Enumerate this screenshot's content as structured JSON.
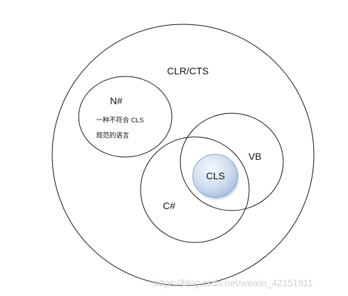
{
  "diagram": {
    "outer_label": "CLR/CTS",
    "n_sharp": {
      "title": "N#",
      "line1": "一种不符合 CLS",
      "line2": "规范的语言"
    },
    "vb_label": "VB",
    "csharp_label": "C#",
    "cls_label": "CLS"
  },
  "watermark": "https://blog.csdn.net/weixin_42151911",
  "colors": {
    "stroke": "#111111",
    "cls_fill_light": "#f4f8fd",
    "cls_fill_dark": "#a9c0e0",
    "cls_stroke": "#8fa9cf",
    "watermark": "#d0d0d0"
  }
}
